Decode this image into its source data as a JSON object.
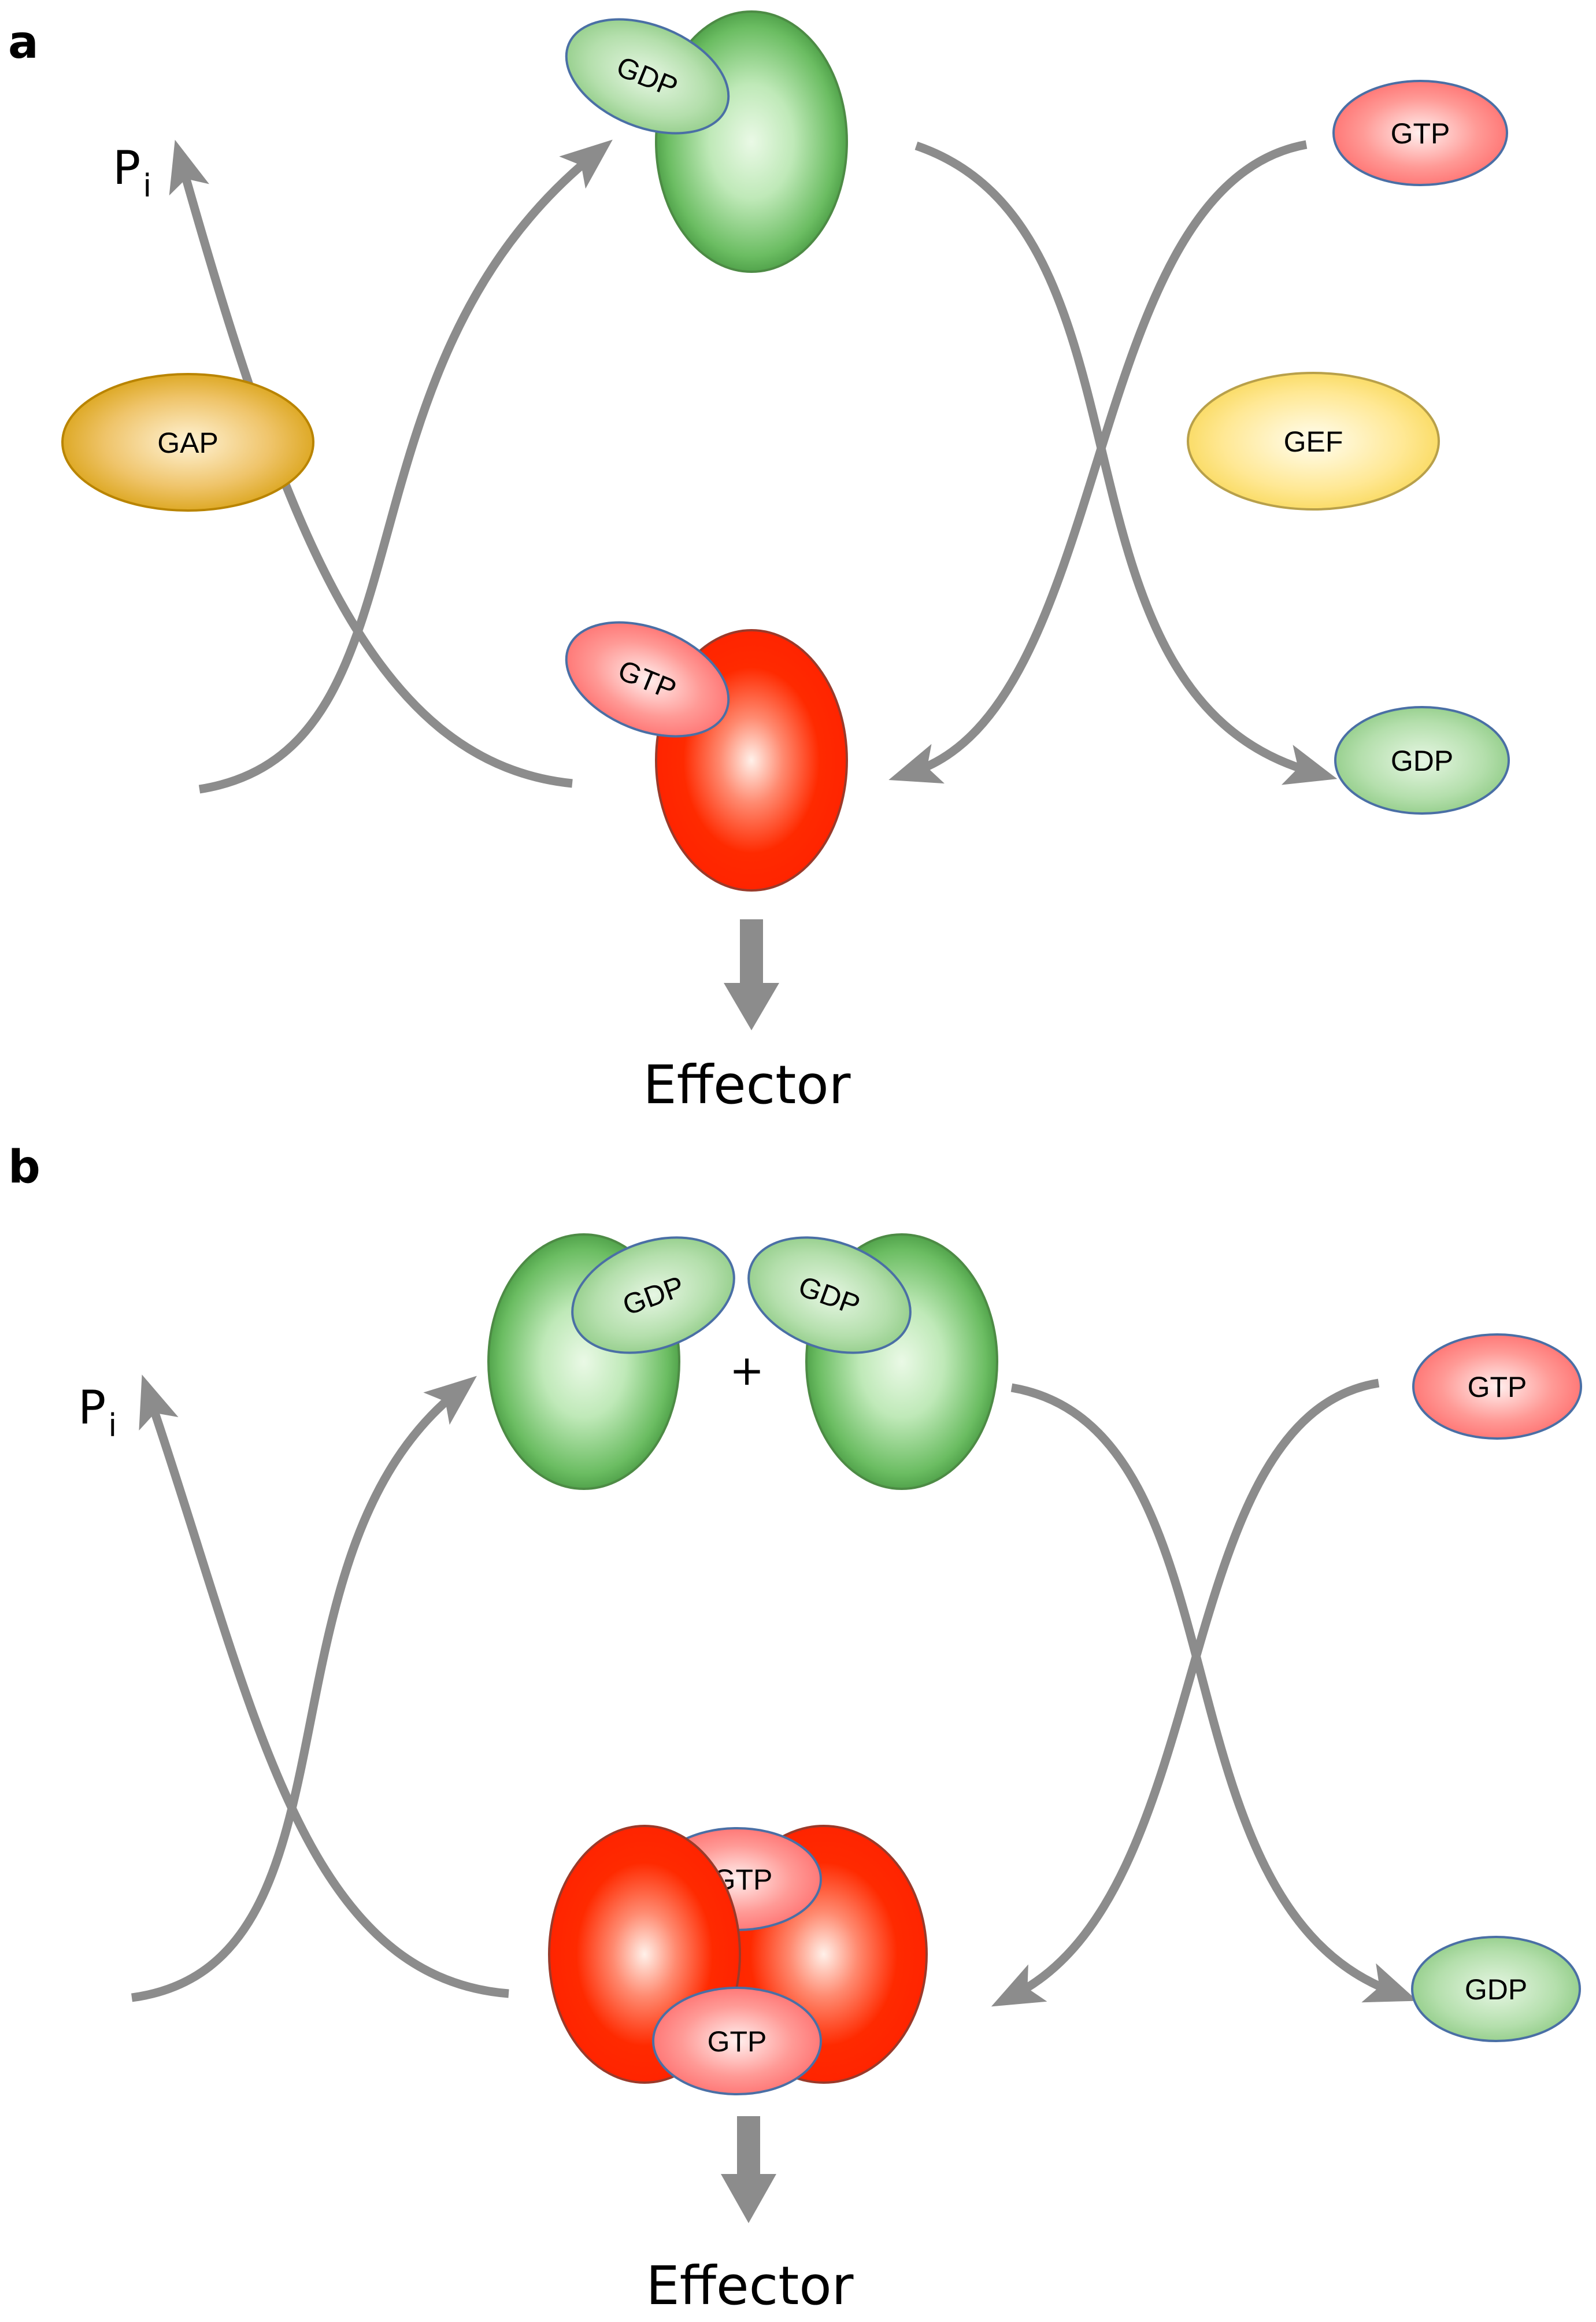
{
  "panel_a": {
    "label": "a",
    "pi": {
      "p": "P",
      "sub": "i"
    },
    "gdp_bound": "GDP",
    "gtp_free": "GTP",
    "gap": "GAP",
    "gef": "GEF",
    "gtp_bound": "GTP",
    "gdp_free": "GDP",
    "effector": "Effector"
  },
  "panel_b": {
    "label": "b",
    "pi": {
      "p": "P",
      "sub": "i"
    },
    "gdp_bound_left": "GDP",
    "gdp_bound_right": "GDP",
    "plus": "+",
    "gtp_free": "GTP",
    "gtp_bound_top": "GTP",
    "gtp_bound_bottom": "GTP",
    "gdp_free": "GDP",
    "effector": "Effector"
  },
  "colors": {
    "arrow": "#8c8c8c",
    "green_protein": "#3e8f3a",
    "red_protein": "#ff2200",
    "gap": "#d49a00",
    "gef": "#f7d44a",
    "outline_blue": "#4a6fa5"
  }
}
